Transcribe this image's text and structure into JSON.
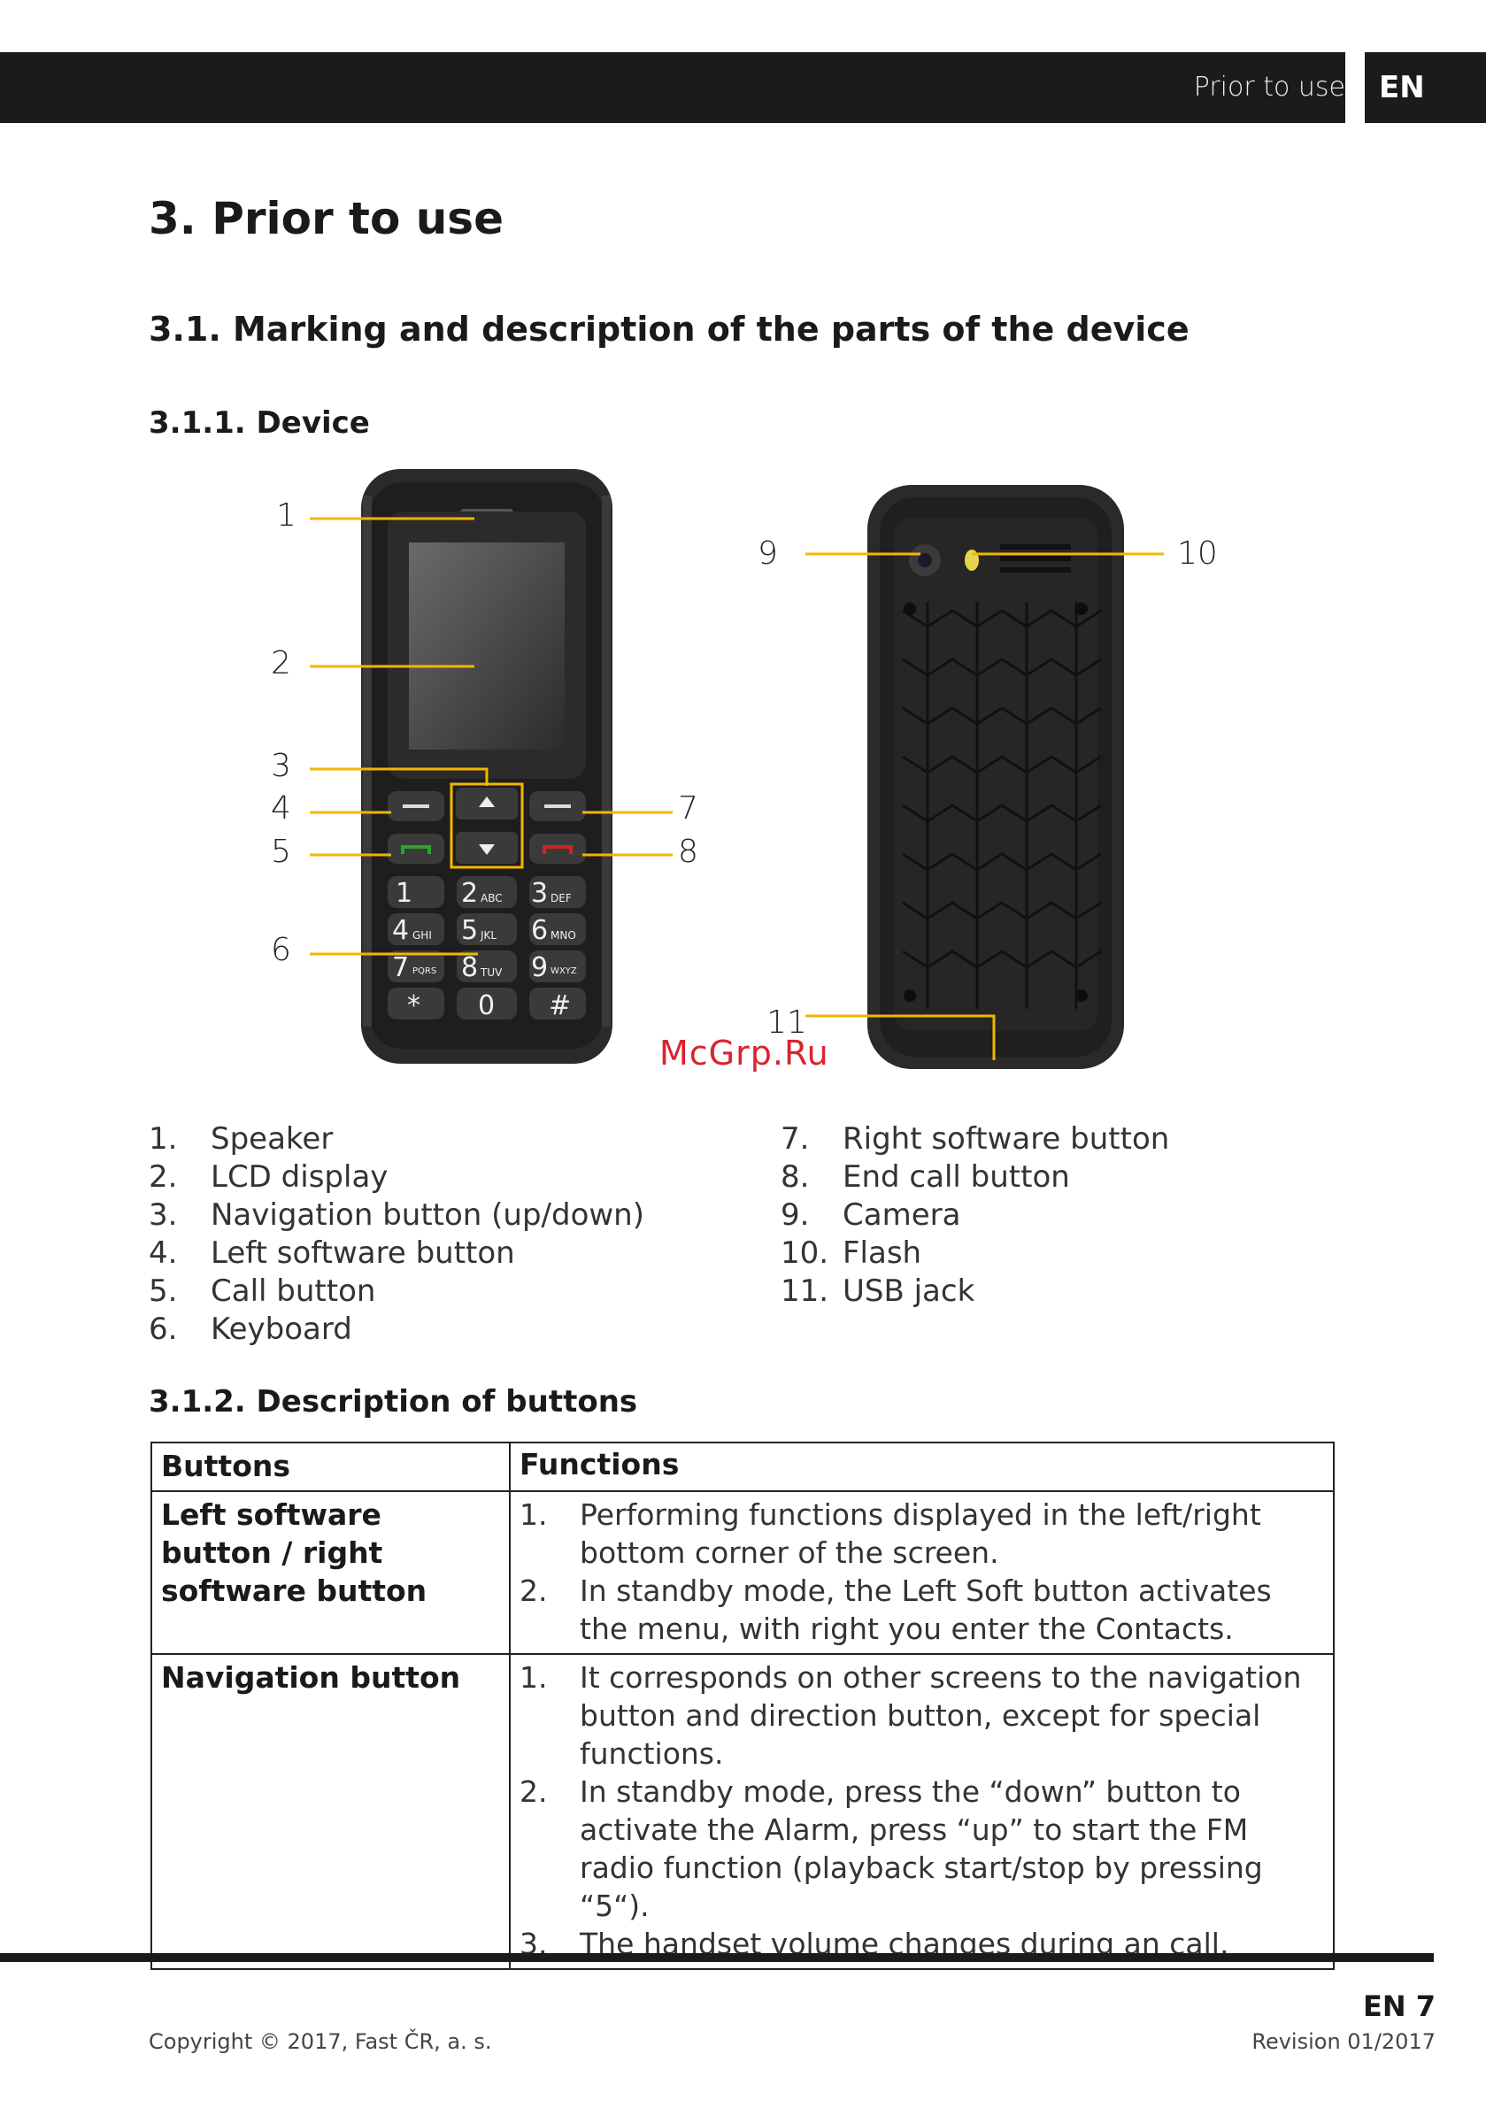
{
  "header": {
    "section_title": "Prior to use",
    "lang": "EN"
  },
  "headings": {
    "h1": "3. Prior to use",
    "h2": "3.1. Marking and description of the parts of the device",
    "h3_device": "3.1.1. Device",
    "h3_buttons": "3.1.2. Description of buttons"
  },
  "diagram_labels": {
    "l1": "1",
    "l2": "2",
    "l3": "3",
    "l4": "4",
    "l5": "5",
    "l6": "6",
    "l7": "7",
    "l8": "8",
    "l9": "9",
    "l10": "10",
    "l11": "11"
  },
  "keypad": {
    "k1": "1",
    "k2": "2",
    "k2s": "ABC",
    "k3": "3",
    "k3s": "DEF",
    "k4": "4",
    "k4s": "GHI",
    "k5": "5",
    "k5s": "JKL",
    "k6": "6",
    "k6s": "MNO",
    "k7": "7",
    "k7s": "PQRS",
    "k8": "8",
    "k8s": "TUV",
    "k9": "9",
    "k9s": "WXYZ",
    "kstar": "*",
    "k0": "0",
    "khash": "#"
  },
  "watermark": "McGrp.Ru",
  "parts_left": [
    {
      "num": "1.",
      "label": "Speaker"
    },
    {
      "num": "2.",
      "label": "LCD display"
    },
    {
      "num": "3.",
      "label": "Navigation button (up/down)"
    },
    {
      "num": "4.",
      "label": "Left software button"
    },
    {
      "num": "5.",
      "label": "Call button"
    },
    {
      "num": "6.",
      "label": "Keyboard"
    }
  ],
  "parts_right": [
    {
      "num": "7.",
      "label": "Right software button"
    },
    {
      "num": "8.",
      "label": "End call button"
    },
    {
      "num": "9.",
      "label": "Camera"
    },
    {
      "num": "10.",
      "label": "Flash"
    },
    {
      "num": "11.",
      "label": "USB jack"
    }
  ],
  "table": {
    "headers": [
      "Buttons",
      "Functions"
    ],
    "rows": [
      {
        "button": "Left software button / right software button",
        "functions": [
          {
            "num": "1.",
            "text": "Performing functions displayed in the left/right bottom corner of the screen."
          },
          {
            "num": "2.",
            "text": "In standby mode, the Left Soft button activates the menu, with right you enter the Contacts."
          }
        ]
      },
      {
        "button": "Navigation button",
        "functions": [
          {
            "num": "1.",
            "text": "It corresponds on other screens to the navigation button and direction button, except for special functions."
          },
          {
            "num": "2.",
            "text": "In standby mode, press the “down” button to activate the Alarm, press “up” to start the FM radio function (playback start/stop by pressing “5“)."
          },
          {
            "num": "3.",
            "text": "The handset volume changes during an call."
          }
        ]
      }
    ]
  },
  "footer": {
    "page": "EN 7",
    "copyright": "Copyright © 2017, Fast ČR, a. s.",
    "revision": "Revision 01/2017"
  },
  "colors": {
    "accent": "#f2b600",
    "dark": "#1b1b1b",
    "green": "#2aa52a",
    "red": "#d52020"
  }
}
